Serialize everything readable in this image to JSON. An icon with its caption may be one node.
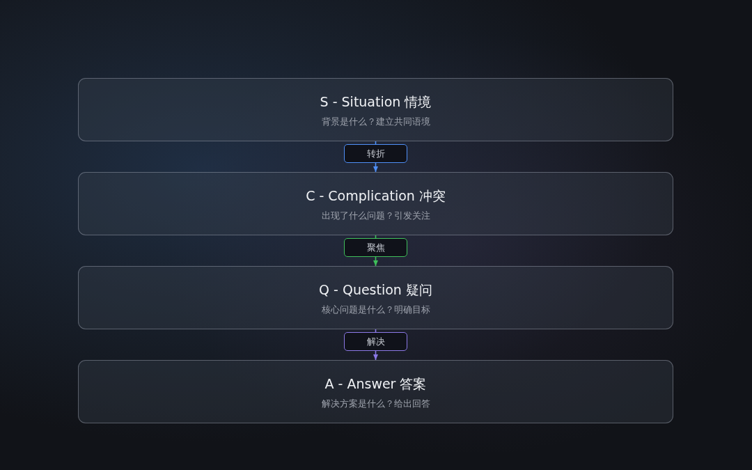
{
  "diagram": {
    "nodes": [
      {
        "text": [
          "S - Situation 情境",
          "背景是什么？建立共同语境"
        ]
      },
      {
        "text": [
          "转折"
        ]
      },
      {
        "text": [
          "C - Complication 冲突",
          "出现了什么问题？引发关注"
        ]
      },
      {
        "text": [
          "聚焦"
        ]
      },
      {
        "text": [
          "Q - Question 疑问",
          "核心问题是什么？明确目标"
        ]
      },
      {
        "text": [
          "解决"
        ]
      },
      {
        "text": [
          "A - Answer 答案",
          "解决方案是什么？给出回答"
        ]
      }
    ],
    "edges": [
      {
        "from": 0,
        "to": 1,
        "arrow": "none",
        "color": "#4f8ff7"
      },
      {
        "from": 1,
        "to": 2,
        "arrow": "to",
        "color": "#4f8ff7"
      },
      {
        "from": 2,
        "to": 3,
        "arrow": "none",
        "color": "#3fbf5a"
      },
      {
        "from": 3,
        "to": 4,
        "arrow": "to",
        "color": "#3fbf5a"
      },
      {
        "from": 4,
        "to": 5,
        "arrow": "none",
        "color": "#8b78e6"
      },
      {
        "from": 5,
        "to": 6,
        "arrow": "to",
        "color": "#8b78e6"
      }
    ]
  }
}
